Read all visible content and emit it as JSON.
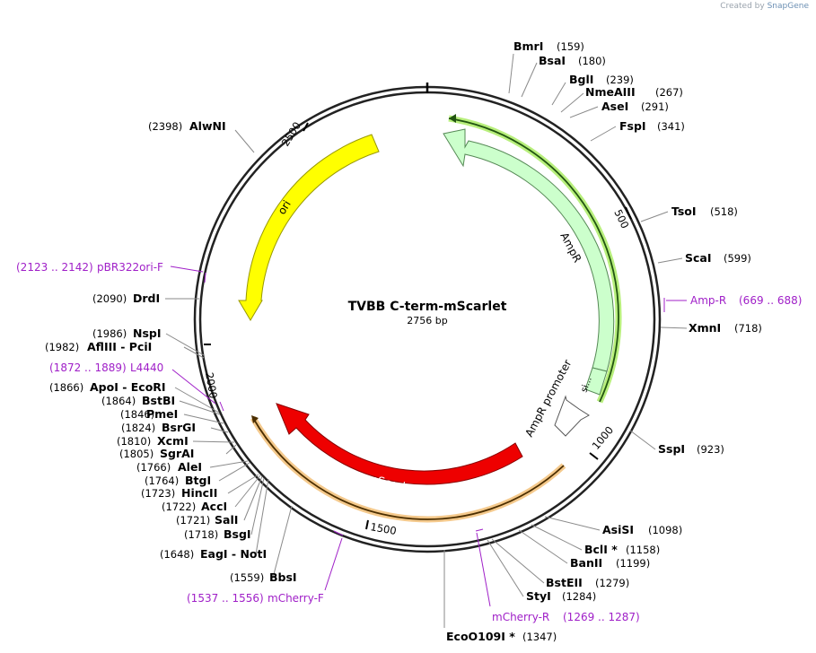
{
  "watermark": {
    "prefix": "Created by",
    "brand": "SnapGene"
  },
  "plasmid": {
    "name": "TVBB C-term-mScarlet",
    "size_label": "2756 bp",
    "length": 2756
  },
  "ticks": [
    "500",
    "1000",
    "1500",
    "2000",
    "2500"
  ],
  "features": [
    {
      "id": "ampr",
      "label": "AmpR",
      "fill": "#ccffcc",
      "stroke": "#558855"
    },
    {
      "id": "signal",
      "label": "si...",
      "fill": "#ccffcc",
      "stroke": "#558855"
    },
    {
      "id": "ampr-promoter",
      "label": "AmpR promoter",
      "fill": "#ffffff",
      "stroke": "#555555"
    },
    {
      "id": "mscarlet",
      "label": "mScarlet",
      "fill": "#ee0000",
      "stroke": "#880000"
    },
    {
      "id": "ori",
      "label": "ori",
      "fill": "#ffff00",
      "stroke": "#999900"
    }
  ],
  "enzymes": [
    {
      "name": "BmrI",
      "pos": "(159)"
    },
    {
      "name": "BsaI",
      "pos": "(180)"
    },
    {
      "name": "BglI",
      "pos": "(239)"
    },
    {
      "name": "NmeAIII",
      "pos": "(267)"
    },
    {
      "name": "AseI",
      "pos": "(291)"
    },
    {
      "name": "FspI",
      "pos": "(341)"
    },
    {
      "name": "TsoI",
      "pos": "(518)"
    },
    {
      "name": "ScaI",
      "pos": "(599)"
    },
    {
      "name": "XmnI",
      "pos": "(718)"
    },
    {
      "name": "SspI",
      "pos": "(923)"
    },
    {
      "name": "AsiSI",
      "pos": "(1098)"
    },
    {
      "name": "BclI *",
      "pos": "(1158)"
    },
    {
      "name": "BanII",
      "pos": "(1199)"
    },
    {
      "name": "BstEII",
      "pos": "(1279)"
    },
    {
      "name": "StyI",
      "pos": "(1284)"
    },
    {
      "name": "EcoO109I *",
      "pos": "(1347)"
    },
    {
      "name": "BbsI",
      "pos": "(1559)"
    },
    {
      "name": "EagI  - NotI",
      "pos": "(1648)"
    },
    {
      "name": "BsgI",
      "pos": "(1718)"
    },
    {
      "name": "SalI",
      "pos": "(1721)"
    },
    {
      "name": "AccI",
      "pos": "(1722)"
    },
    {
      "name": "HincII",
      "pos": "(1723)"
    },
    {
      "name": "BtgI",
      "pos": "(1764)"
    },
    {
      "name": "AleI",
      "pos": "(1766)"
    },
    {
      "name": "SgrAI",
      "pos": "(1805)"
    },
    {
      "name": "XcmI",
      "pos": "(1810)"
    },
    {
      "name": "BsrGI",
      "pos": "(1824)"
    },
    {
      "name": "PmeI",
      "pos": "(1846)"
    },
    {
      "name": "BstBI",
      "pos": "(1864)"
    },
    {
      "name": "ApoI  - EcoRI",
      "pos": "(1866)"
    },
    {
      "name": "AflIII  - PciI",
      "pos": "(1982)"
    },
    {
      "name": "NspI",
      "pos": "(1986)"
    },
    {
      "name": "DrdI",
      "pos": "(2090)"
    },
    {
      "name": "AlwNI",
      "pos": "(2398)"
    }
  ],
  "primers": [
    {
      "name": "Amp-R",
      "range": "(669 .. 688)"
    },
    {
      "name": "mCherry-R",
      "range": "(1269 .. 1287)"
    },
    {
      "name": "mCherry-F",
      "range": "(1537 .. 1556)"
    },
    {
      "name": "L4440",
      "range": "(1872 .. 1889)"
    },
    {
      "name": "pBR322ori-F",
      "range": "(2123 .. 2142)"
    }
  ]
}
